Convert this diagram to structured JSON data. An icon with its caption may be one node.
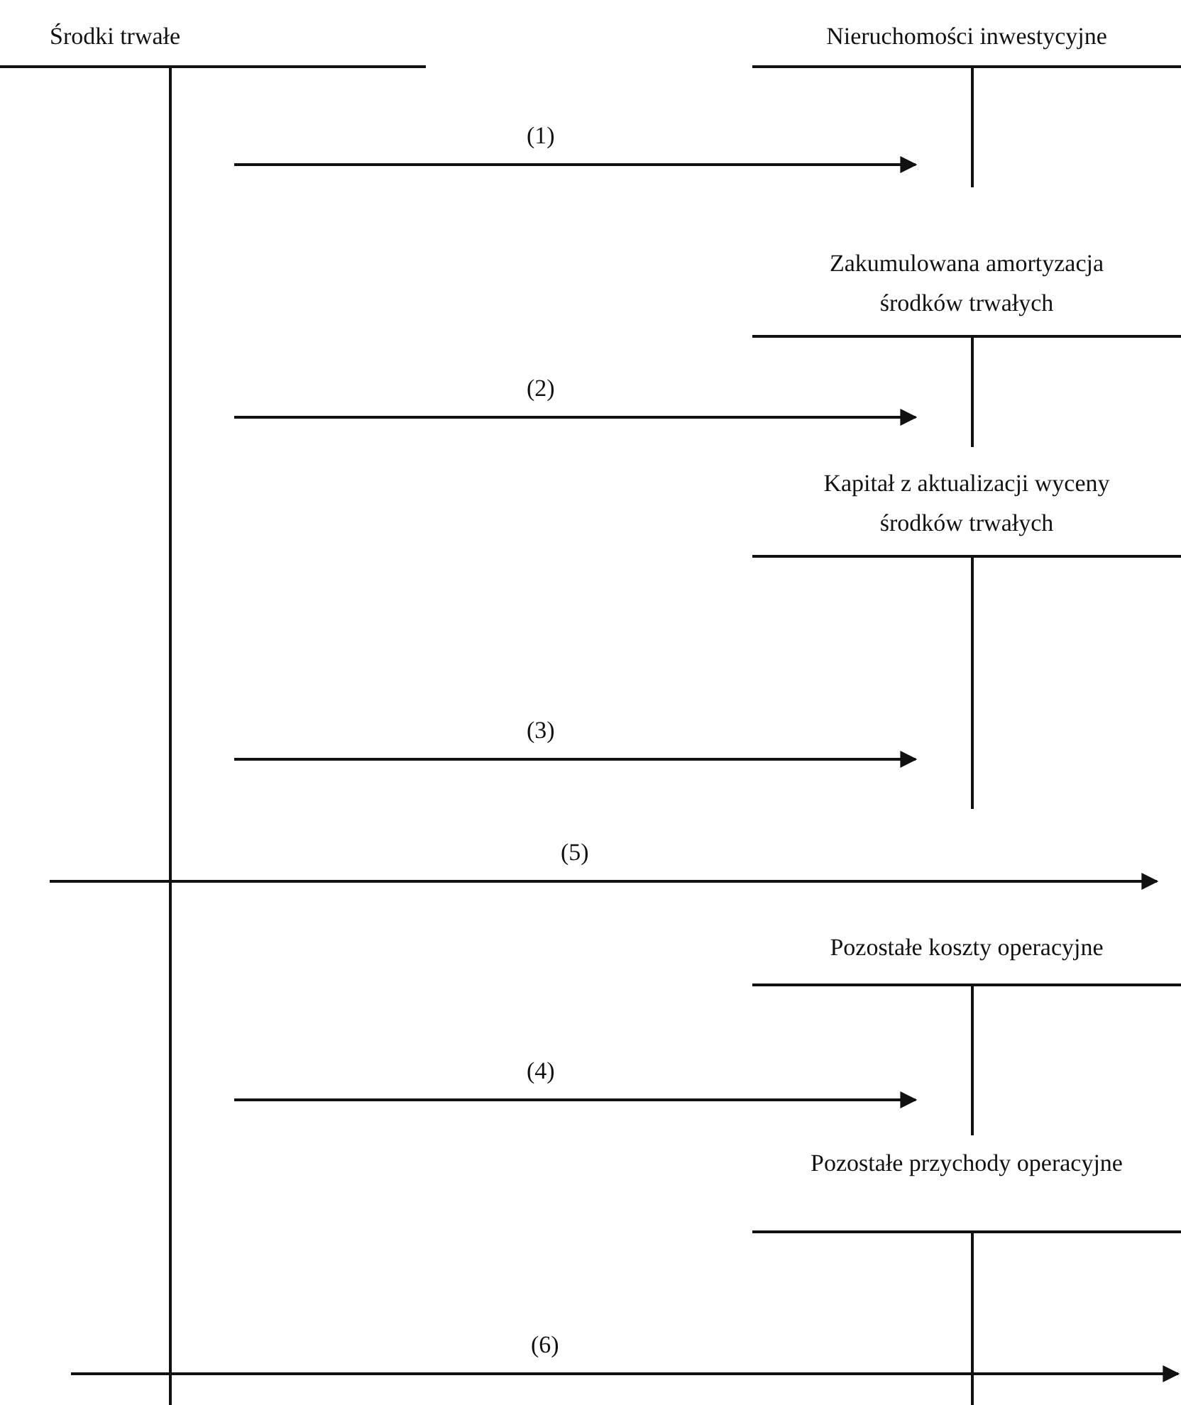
{
  "diagram": {
    "nodes": [
      {
        "text": [
          "Środki trwałe"
        ]
      },
      {
        "text": [
          "Nieruchomości inwestycyjne"
        ]
      },
      {
        "text": [
          "Zakumulowana amortyzacja środków trwałych"
        ]
      },
      {
        "text": [
          "Kapitał z aktualizacji wyceny środków trwałych"
        ]
      },
      {
        "text": [
          "Pozostałe koszty operacyjne"
        ]
      },
      {
        "text": [
          "Pozostałe przychody operacyjne"
        ]
      }
    ],
    "edges": [
      {
        "from": 0,
        "to": 1,
        "arrow": "to",
        "label": "(1)"
      },
      {
        "from": 0,
        "to": 2,
        "arrow": "to",
        "label": "(2)"
      },
      {
        "from": 0,
        "to": 3,
        "arrow": "to",
        "label": "(3)"
      },
      {
        "from": 0,
        "to": null,
        "arrow": "to",
        "label": "(5)"
      },
      {
        "from": 0,
        "to": 4,
        "arrow": "to",
        "label": "(4)"
      },
      {
        "from": 0,
        "to": 5,
        "arrow": "to",
        "label": "(6)"
      }
    ]
  }
}
